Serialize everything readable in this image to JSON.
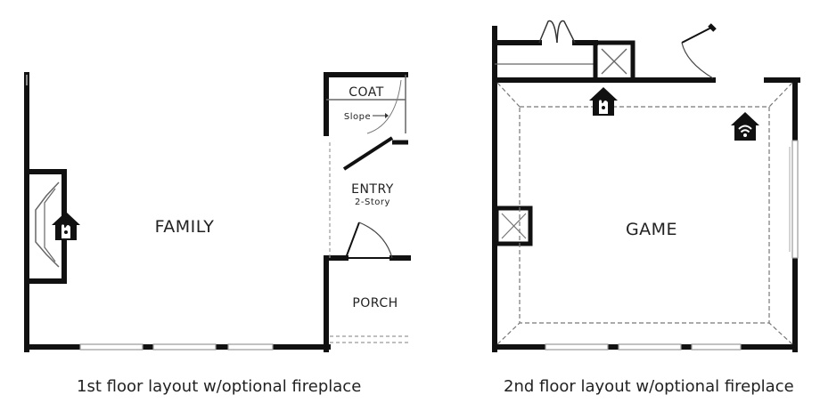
{
  "floor1": {
    "rooms": {
      "family": "FAMILY",
      "coat": "COAT",
      "slope": "Slope",
      "entry": "ENTRY",
      "entry_sub": "2-Story",
      "porch": "PORCH"
    },
    "caption": "1st floor layout w/optional fireplace",
    "icons": [
      "fireplace-icon"
    ]
  },
  "floor2": {
    "rooms": {
      "game": "GAME"
    },
    "caption": "2nd floor layout w/optional fireplace",
    "icons": [
      "fireplace-icon",
      "smart-home-wifi-icon"
    ]
  }
}
